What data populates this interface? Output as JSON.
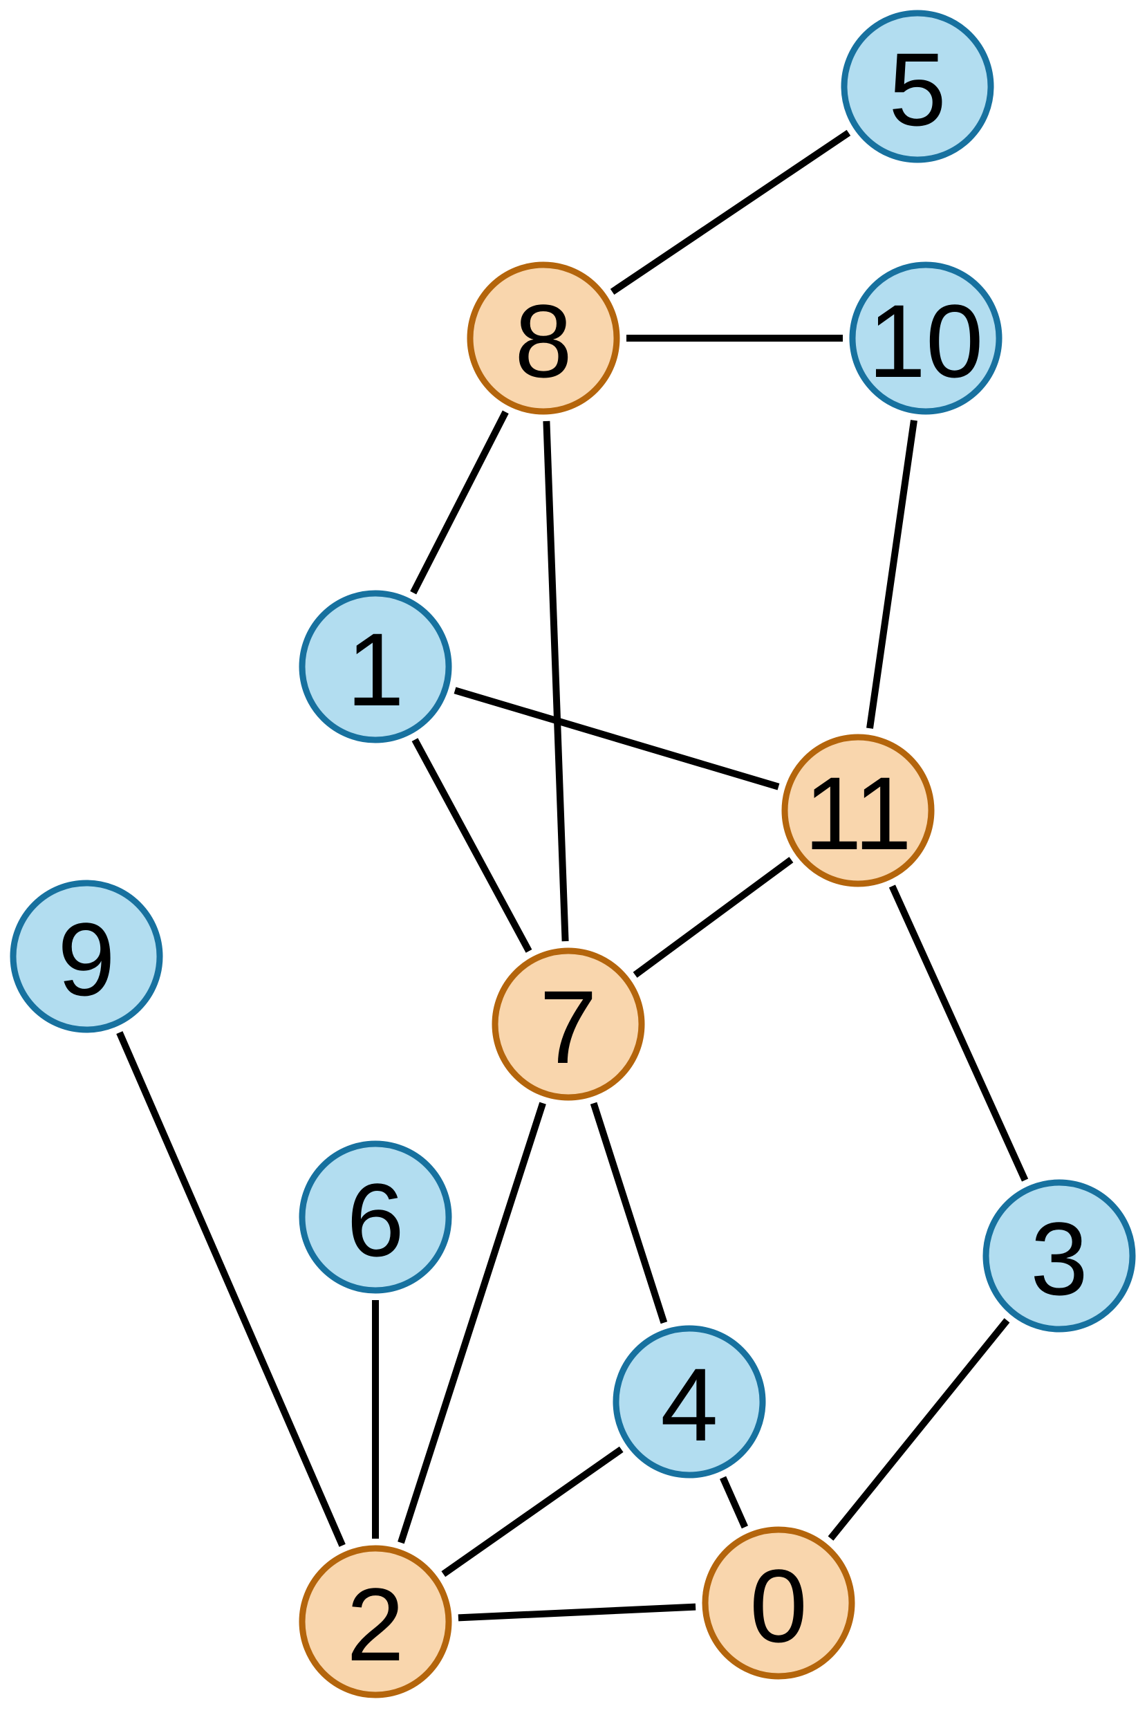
{
  "colors": {
    "blue_fill": "#b2ddf0",
    "blue_stroke": "#17719f",
    "orange_fill": "#f9d6ad",
    "orange_stroke": "#b4650c",
    "edge": "#000000"
  },
  "nodes": [
    {
      "id": "0",
      "label": "0",
      "group": "orange"
    },
    {
      "id": "1",
      "label": "1",
      "group": "blue"
    },
    {
      "id": "2",
      "label": "2",
      "group": "orange"
    },
    {
      "id": "3",
      "label": "3",
      "group": "blue"
    },
    {
      "id": "4",
      "label": "4",
      "group": "blue"
    },
    {
      "id": "5",
      "label": "5",
      "group": "blue"
    },
    {
      "id": "6",
      "label": "6",
      "group": "blue"
    },
    {
      "id": "7",
      "label": "7",
      "group": "orange"
    },
    {
      "id": "8",
      "label": "8",
      "group": "orange"
    },
    {
      "id": "9",
      "label": "9",
      "group": "blue"
    },
    {
      "id": "10",
      "label": "10",
      "group": "blue"
    },
    {
      "id": "11",
      "label": "11",
      "group": "orange"
    }
  ],
  "edges": [
    [
      "5",
      "8"
    ],
    [
      "8",
      "10"
    ],
    [
      "8",
      "1"
    ],
    [
      "8",
      "7"
    ],
    [
      "10",
      "11"
    ],
    [
      "1",
      "11"
    ],
    [
      "1",
      "7"
    ],
    [
      "11",
      "7"
    ],
    [
      "11",
      "3"
    ],
    [
      "9",
      "2"
    ],
    [
      "6",
      "2"
    ],
    [
      "7",
      "2"
    ],
    [
      "7",
      "4"
    ],
    [
      "4",
      "2"
    ],
    [
      "4",
      "0"
    ],
    [
      "2",
      "0"
    ],
    [
      "3",
      "0"
    ]
  ]
}
